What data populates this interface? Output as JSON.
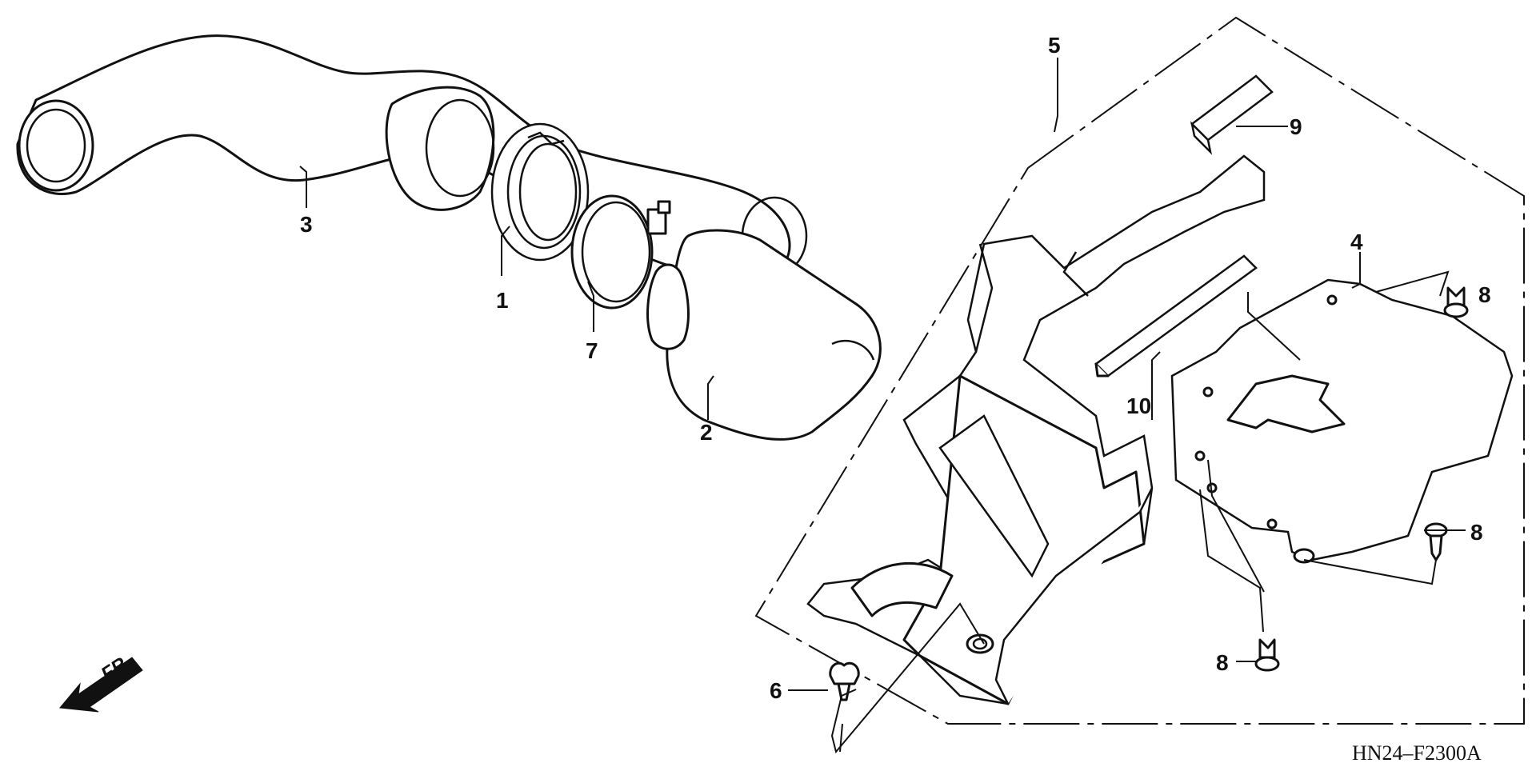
{
  "diagram": {
    "drawing_code": "HN24–F2300A",
    "front_marker": "FR.",
    "callouts": {
      "c1": "1",
      "c2": "2",
      "c3": "3",
      "c4": "4",
      "c5": "5",
      "c6": "6",
      "c7": "7",
      "c8a": "8",
      "c8b": "8",
      "c8c": "8",
      "c9": "9",
      "c10": "10"
    }
  }
}
